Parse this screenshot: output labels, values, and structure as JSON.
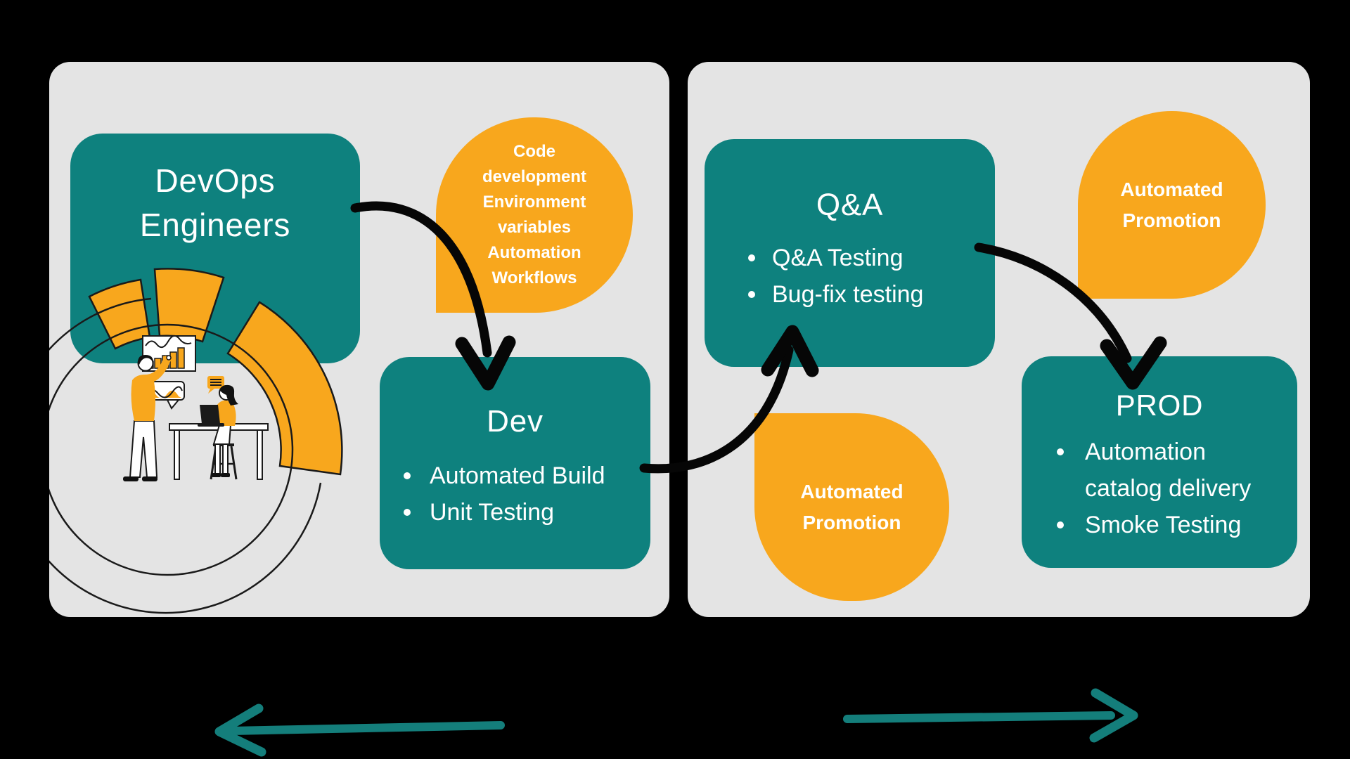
{
  "colors": {
    "background": "#000000",
    "panel": "#e4e4e4",
    "teal": "#0e817e",
    "orange": "#f8a71d",
    "arrow-black": "#060606",
    "arrow-teal": "#147e7b",
    "text": "#ffffff",
    "outline": "#1a1a1a"
  },
  "left_panel": {
    "devops_box": {
      "lines": [
        "DevOps",
        "Engineers"
      ]
    },
    "code_bubble": {
      "lines": [
        "Code",
        "development",
        "Environment",
        "variables",
        "Automation",
        "Workflows"
      ]
    },
    "dev_box": {
      "title": "Dev",
      "bullets": [
        "Automated Build",
        "Unit Testing"
      ]
    },
    "illustration": "devops-team-with-charts"
  },
  "right_panel": {
    "qa_box": {
      "title": "Q&A",
      "bullets": [
        "Q&A Testing",
        "Bug-fix testing"
      ]
    },
    "promo_top": {
      "lines": [
        "Automated",
        "Promotion"
      ]
    },
    "promo_bottom": {
      "lines": [
        "Automated",
        "Promotion"
      ]
    },
    "prod_box": {
      "title": "PROD",
      "bullets": [
        "Automation catalog delivery",
        "Smoke Testing"
      ]
    }
  }
}
